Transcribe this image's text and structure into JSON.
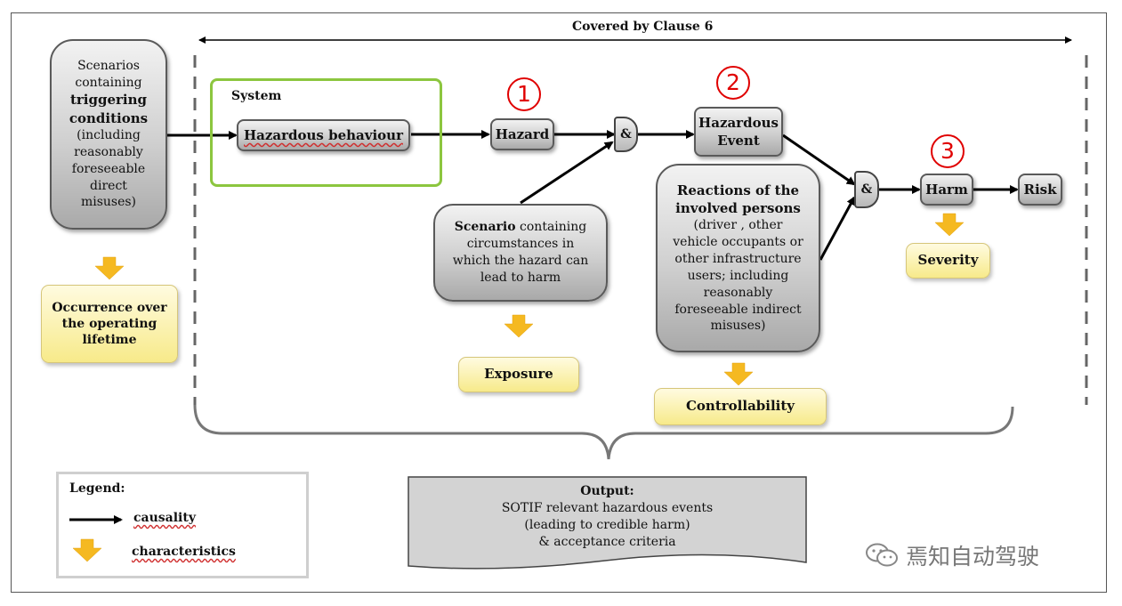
{
  "header": {
    "covered_label": "Covered by Clause 6"
  },
  "scenarios": {
    "line1": "Scenarios",
    "line2": "containing",
    "bold1": "triggering",
    "bold2": "conditions",
    "rest": [
      "(including",
      "reasonably",
      "foreseeable",
      "direct",
      "misuses)"
    ]
  },
  "occurrence": {
    "lines": [
      "Occurrence over",
      "the operating",
      "lifetime"
    ]
  },
  "system": {
    "title": "System",
    "behaviour": "Hazardous behaviour"
  },
  "hazard": {
    "label": "Hazard",
    "number": "1"
  },
  "and_gate_1": "&",
  "hazardous_event": {
    "lines": [
      "Hazardous",
      "Event"
    ],
    "number": "2"
  },
  "scenario_box": {
    "bold": "Scenario",
    "line1_rest": " containing",
    "lines": [
      "circumstances in",
      "which the hazard can",
      "lead to harm"
    ]
  },
  "exposure": "Exposure",
  "reactions": {
    "bold_lines": [
      "Reactions of the",
      "involved persons"
    ],
    "lines": [
      "(driver , other",
      "vehicle occupants or",
      "other infrastructure",
      "users; including",
      "reasonably",
      "foreseeable indirect",
      "misuses)"
    ]
  },
  "controllability": "Controllability",
  "and_gate_2": "&",
  "harm": {
    "label": "Harm",
    "number": "3"
  },
  "risk": "Risk",
  "severity": "Severity",
  "legend": {
    "title": "Legend:",
    "causality": "causality",
    "characteristics": "characteristics"
  },
  "output": {
    "title": "Output:",
    "lines": [
      "SOTIF relevant hazardous events",
      "(leading to credible harm)",
      "& acceptance criteria"
    ]
  },
  "watermark": "焉知自动驾驶",
  "colors": {
    "arrow_yellow": "#f5b921",
    "system_green": "#8cc63f",
    "number_red": "#e00000"
  }
}
